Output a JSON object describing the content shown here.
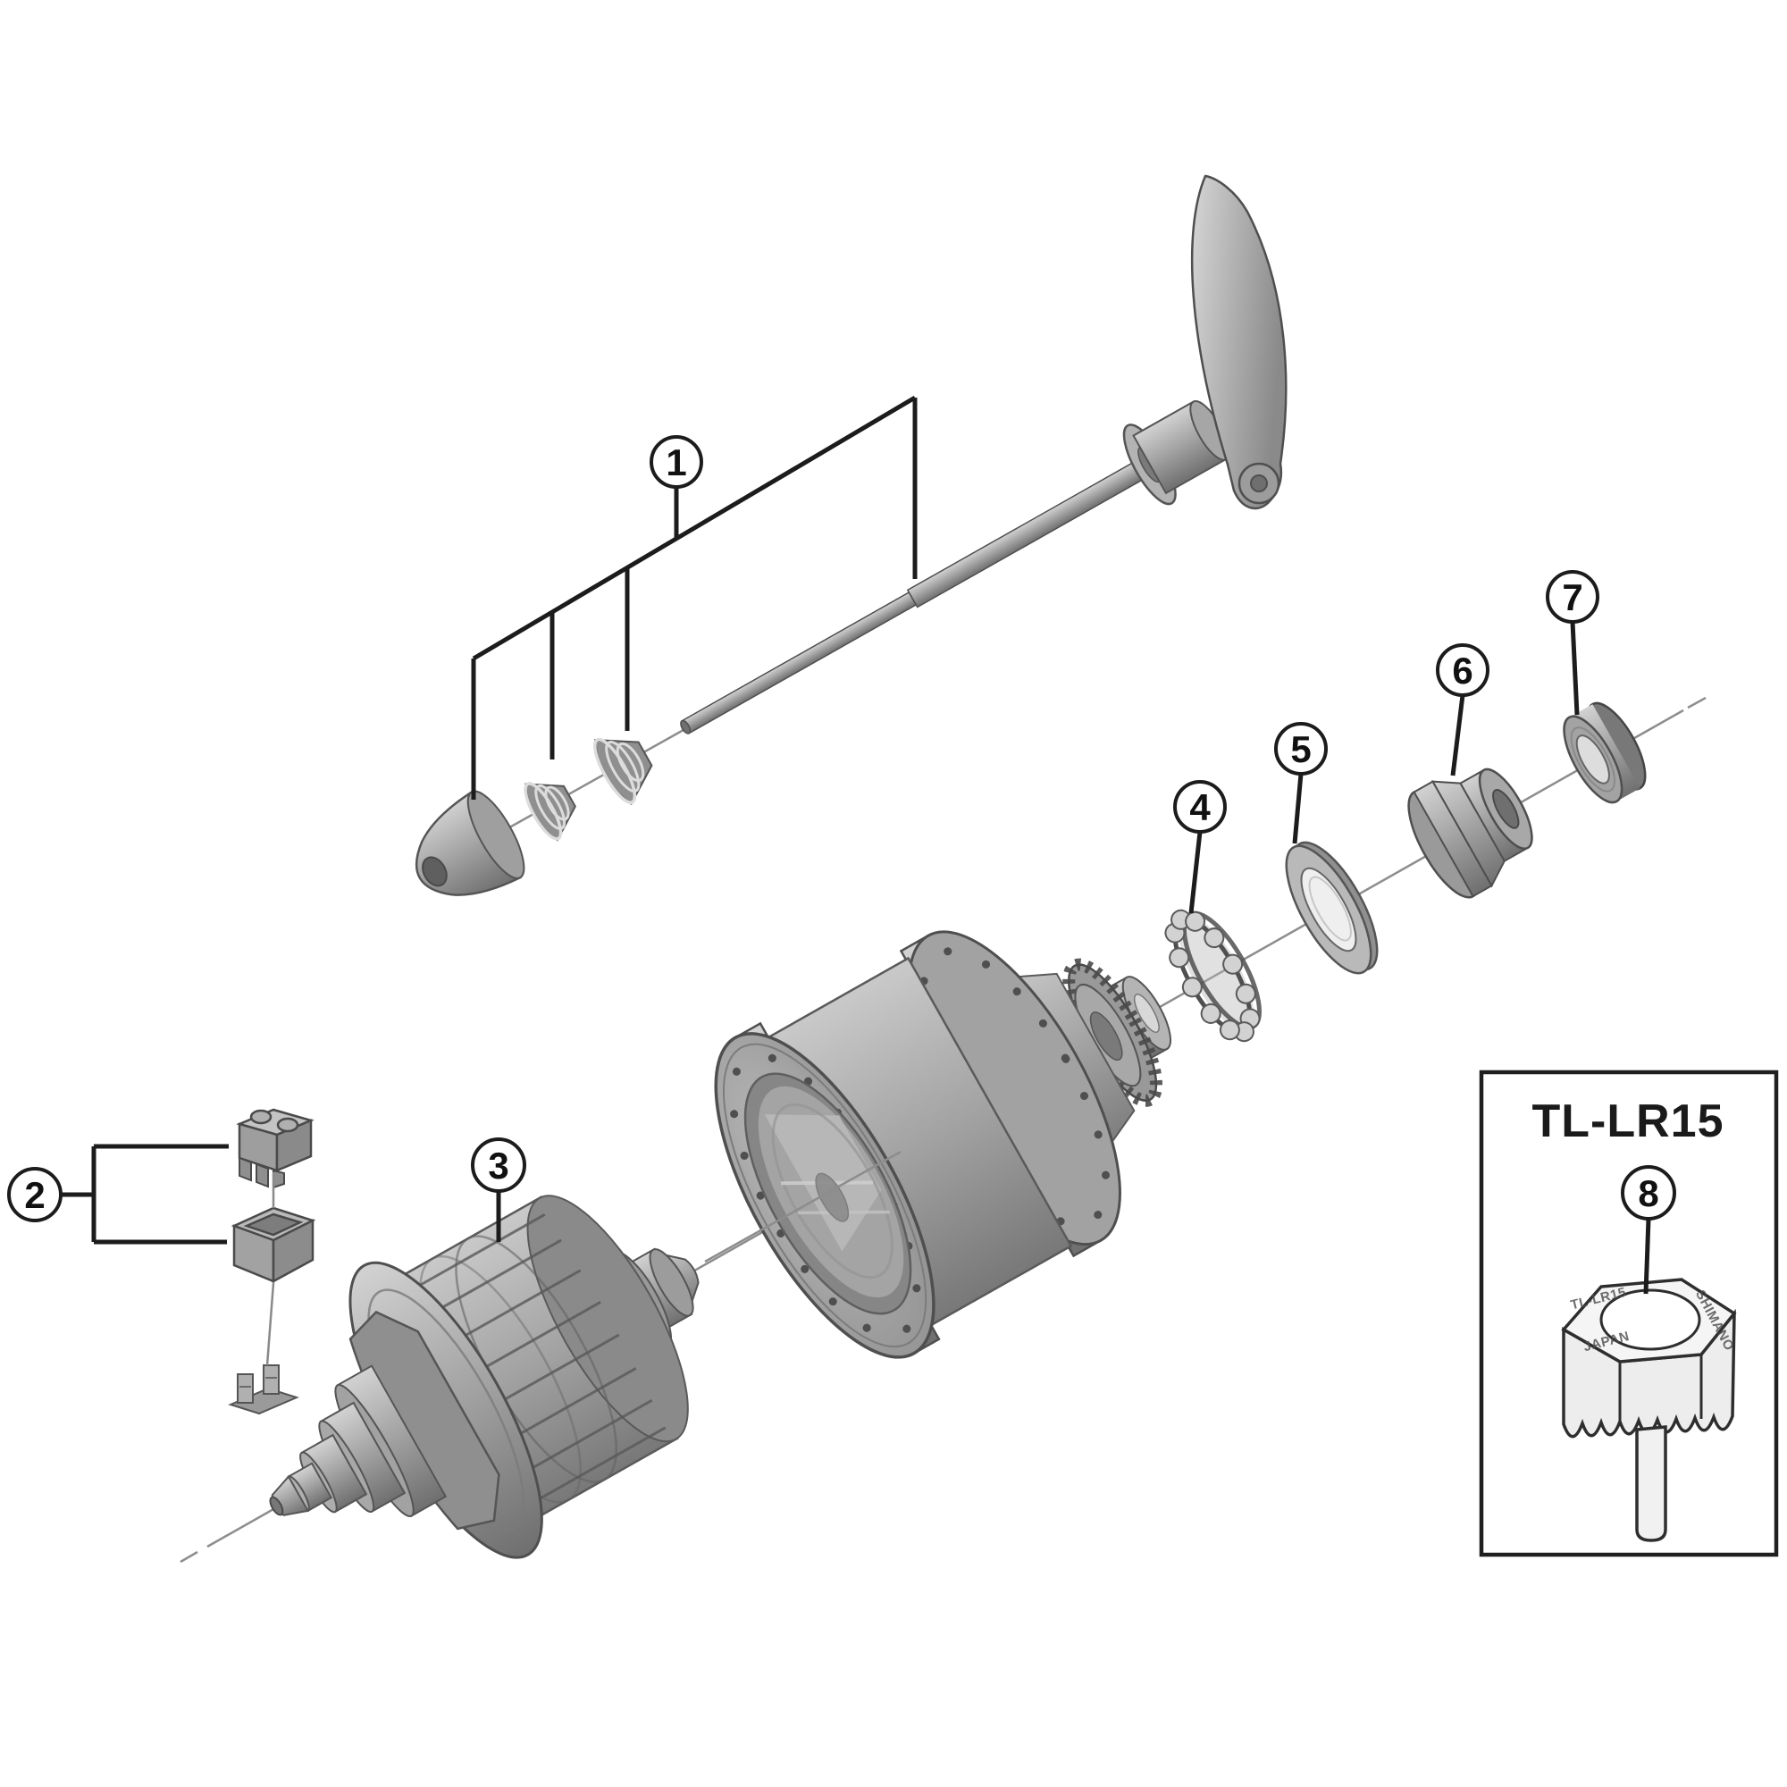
{
  "diagram": {
    "type": "exploded-parts-diagram",
    "background": "#ffffff",
    "ink": "#1c1c1c",
    "axis_color": "#8d8d8d",
    "metal_light": "#d2d2d2",
    "metal_mid": "#a6a6a6",
    "metal_dark": "#6f6f6f",
    "callouts": [
      {
        "label": "1"
      },
      {
        "label": "2"
      },
      {
        "label": "3"
      },
      {
        "label": "4"
      },
      {
        "label": "5"
      },
      {
        "label": "6"
      },
      {
        "label": "7"
      },
      {
        "label": "8"
      }
    ],
    "tool_box": {
      "title": "TL-LR15",
      "engravings": [
        "TL-LR15",
        "SHIMANO",
        "JAPAN"
      ]
    }
  }
}
